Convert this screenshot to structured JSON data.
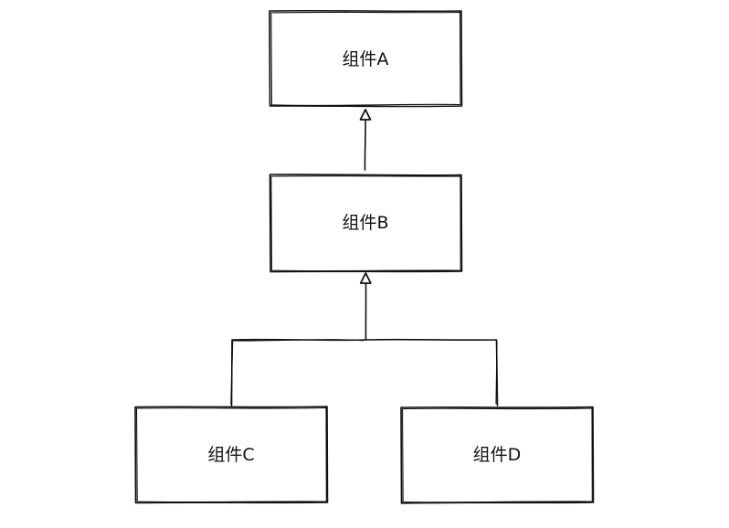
{
  "nodes": [
    {
      "id": "a",
      "label": "组件A"
    },
    {
      "id": "b",
      "label": "组件B"
    },
    {
      "id": "c",
      "label": "组件C"
    },
    {
      "id": "d",
      "label": "组件D"
    }
  ],
  "edges": [
    {
      "from": "b",
      "to": "a"
    },
    {
      "from": "c",
      "to": "b"
    },
    {
      "from": "d",
      "to": "b"
    }
  ]
}
